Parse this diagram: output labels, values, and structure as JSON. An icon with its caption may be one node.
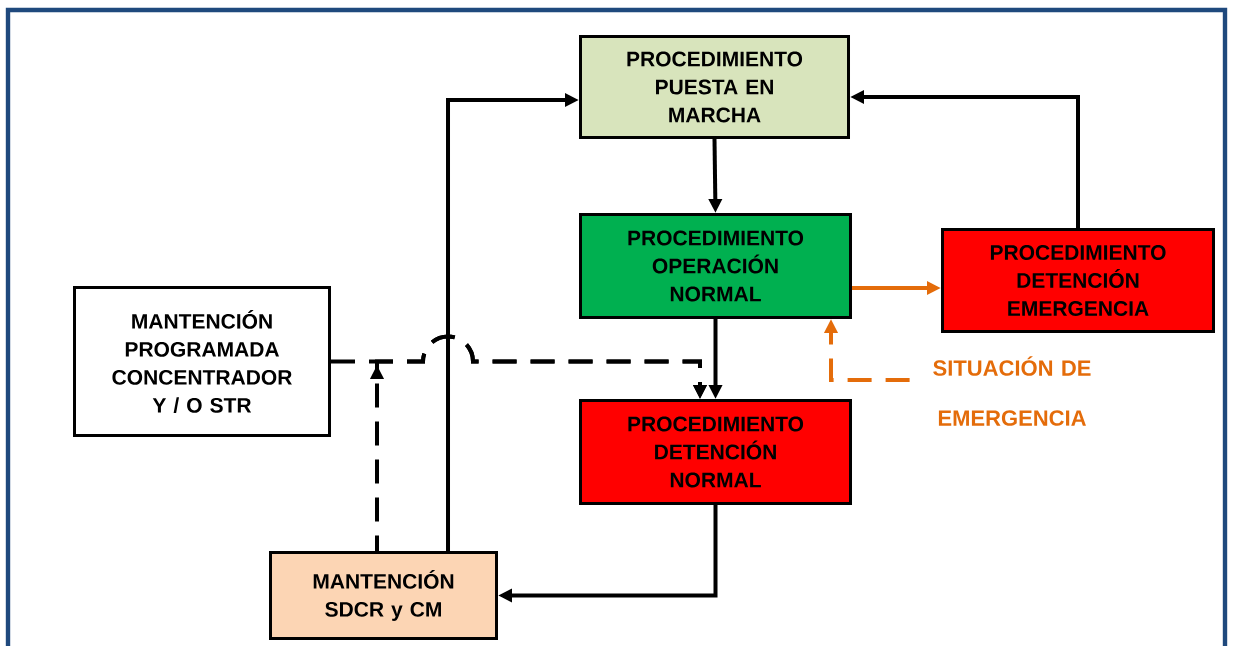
{
  "diagram": {
    "nodes": [
      {
        "text": [
          "PROCEDIMIENTO PUESTA EN MARCHA"
        ]
      },
      {
        "text": [
          "PROCEDIMIENTO OPERACIÓN NORMAL"
        ]
      },
      {
        "text": [
          "PROCEDIMIENTO DETENCIÓN EMERGENCIA"
        ]
      },
      {
        "text": [
          "MANTENCIÓN PROGRAMADA CONCENTRADOR Y / O STR"
        ]
      },
      {
        "text": [
          "PROCEDIMIENTO DETENCIÓN NORMAL"
        ]
      },
      {
        "text": [
          "MANTENCIÓN SDCR y CM"
        ]
      },
      {
        "text": [
          "SITUACIÓN DE EMERGENCIA"
        ]
      }
    ],
    "edges": [
      {
        "from": 0,
        "to": 1,
        "arrow": "to"
      },
      {
        "from": 1,
        "to": 4,
        "arrow": "to"
      },
      {
        "from": 1,
        "to": 2,
        "arrow": "to",
        "color": "#e46c0a"
      },
      {
        "from": 2,
        "to": 0,
        "arrow": "to"
      },
      {
        "from": 4,
        "to": 5,
        "arrow": "to"
      },
      {
        "from": 5,
        "to": 0,
        "arrow": "to"
      },
      {
        "from": 3,
        "to": 4,
        "arrow": "to",
        "style": "dashed"
      },
      {
        "from": 5,
        "to": 4,
        "arrow": "to",
        "style": "dashed"
      },
      {
        "from": 6,
        "to": 1,
        "arrow": "to",
        "style": "dashed",
        "color": "#e46c0a"
      }
    ]
  }
}
